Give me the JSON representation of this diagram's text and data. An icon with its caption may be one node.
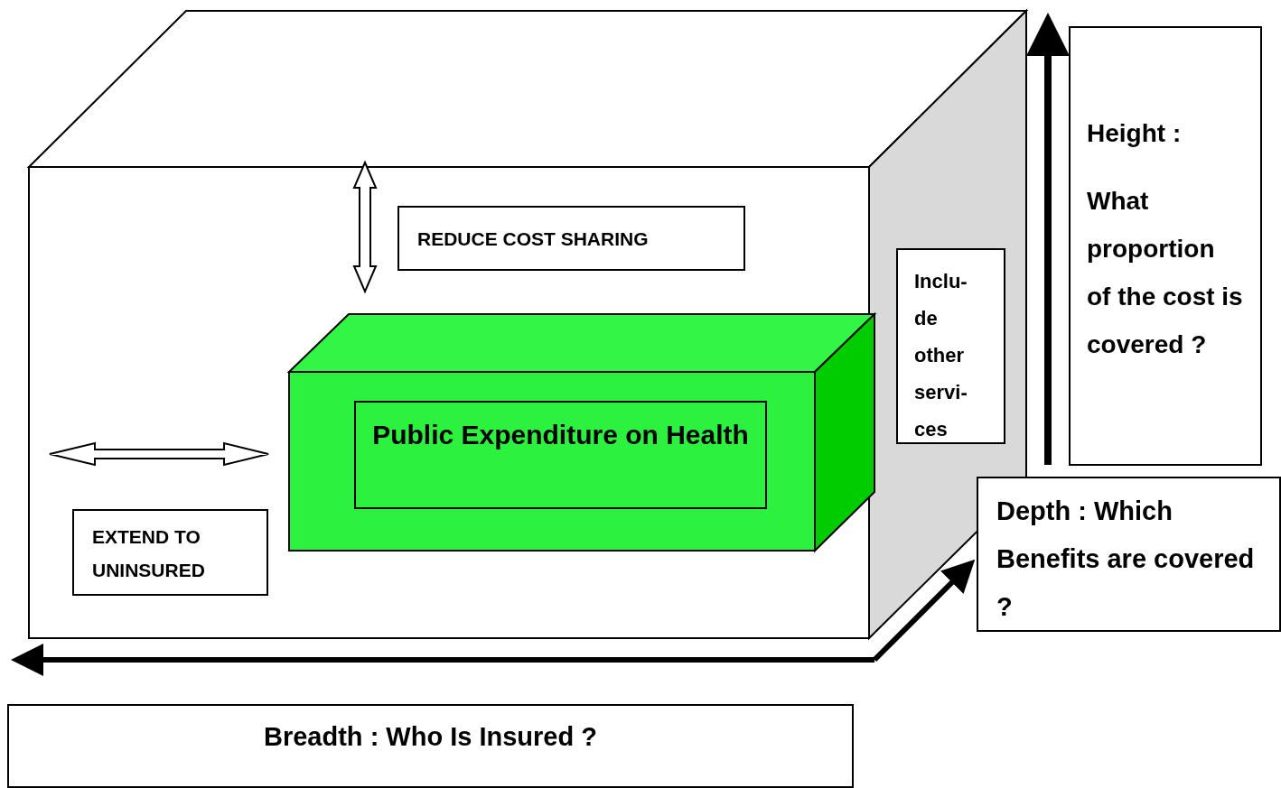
{
  "diagram": {
    "nodes": [
      {
        "text": [
          "REDUCE COST SHARING"
        ]
      },
      {
        "text": [
          "Public Expenditure on Health"
        ]
      },
      {
        "text": [
          "EXTEND TO UNINSURED"
        ]
      },
      {
        "text": [
          "Inclu- de other servi- ces"
        ]
      },
      {
        "text": [
          "Height :",
          "What proportion of the cost is covered ?"
        ]
      },
      {
        "text": [
          "Depth : Which Benefits are covered ?"
        ]
      },
      {
        "text": [
          "Breadth : Who Is Insured ?"
        ]
      }
    ]
  }
}
